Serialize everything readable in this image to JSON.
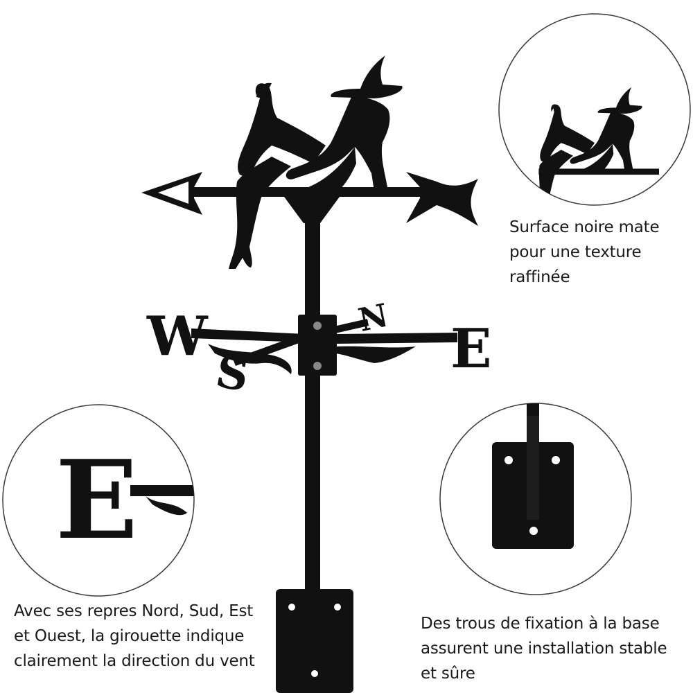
{
  "colors": {
    "background": "#ffffff",
    "metal": "#111111",
    "circle_border": "#3a3a3a",
    "text": "#1a1a1a"
  },
  "compass": {
    "west": "W",
    "east": "E",
    "north": "N",
    "south": "S"
  },
  "detail_east_letter": "E",
  "captions": {
    "surface": [
      "Surface noire mate",
      "pour une texture",
      "raffinée"
    ],
    "directions": [
      "Avec ses repres Nord, Sud, Est",
      "et Ouest, la girouette indique",
      "clairement la direction du vent"
    ],
    "mounting": [
      "Des trous de fixation à la base",
      "assurent une installation stable",
      "et sûre"
    ]
  }
}
